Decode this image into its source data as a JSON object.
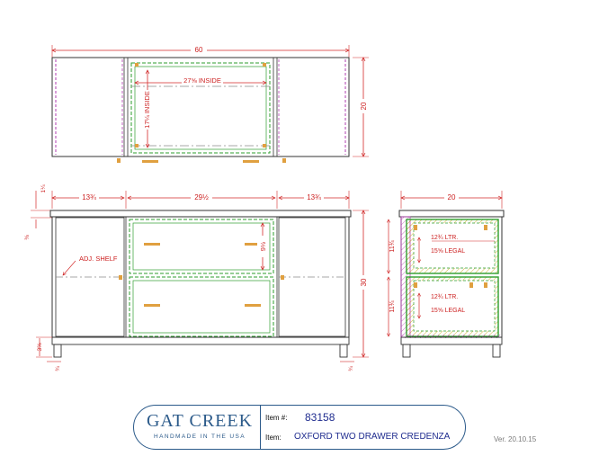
{
  "top_view": {
    "overall_width": "60",
    "inside_width": "27⅝ INSIDE",
    "inside_depth": "17¼ INSIDE",
    "depth": "20"
  },
  "front_view": {
    "top_thickness": "1¼",
    "left_width": "13¾",
    "center_width": "29½",
    "right_width": "13¾",
    "reveal": "⅜",
    "shelf_label": "ADJ. SHELF",
    "drawer_height": "9½",
    "height": "30",
    "leg_height": "3⅝",
    "leg_inset": "¾",
    "leg_inset_right": "¾"
  },
  "side_view": {
    "depth": "20",
    "upper_drawer_height": "11¾",
    "lower_drawer_height": "11¾",
    "upper_ltr": "12¾ LTR.",
    "upper_legal": "15⅝ LEGAL",
    "lower_ltr": "12¾ LTR.",
    "lower_legal": "15⅝ LEGAL"
  },
  "title_block": {
    "logo_name": "GAT CREEK",
    "logo_tagline": "HANDMADE IN THE USA",
    "item_number_label": "Item #:",
    "item_number": "83158",
    "item_label": "Item:",
    "item_name": "OXFORD TWO DRAWER CREDENZA"
  },
  "version": "Ver. 20.10.15",
  "colors": {
    "dimension": "#cc1f1f",
    "outline": "#333333",
    "drawer": "#2e9e2e",
    "panel": "#b03cb0",
    "hardware": "#e0a040",
    "title_blue": "#2b5a8a"
  }
}
